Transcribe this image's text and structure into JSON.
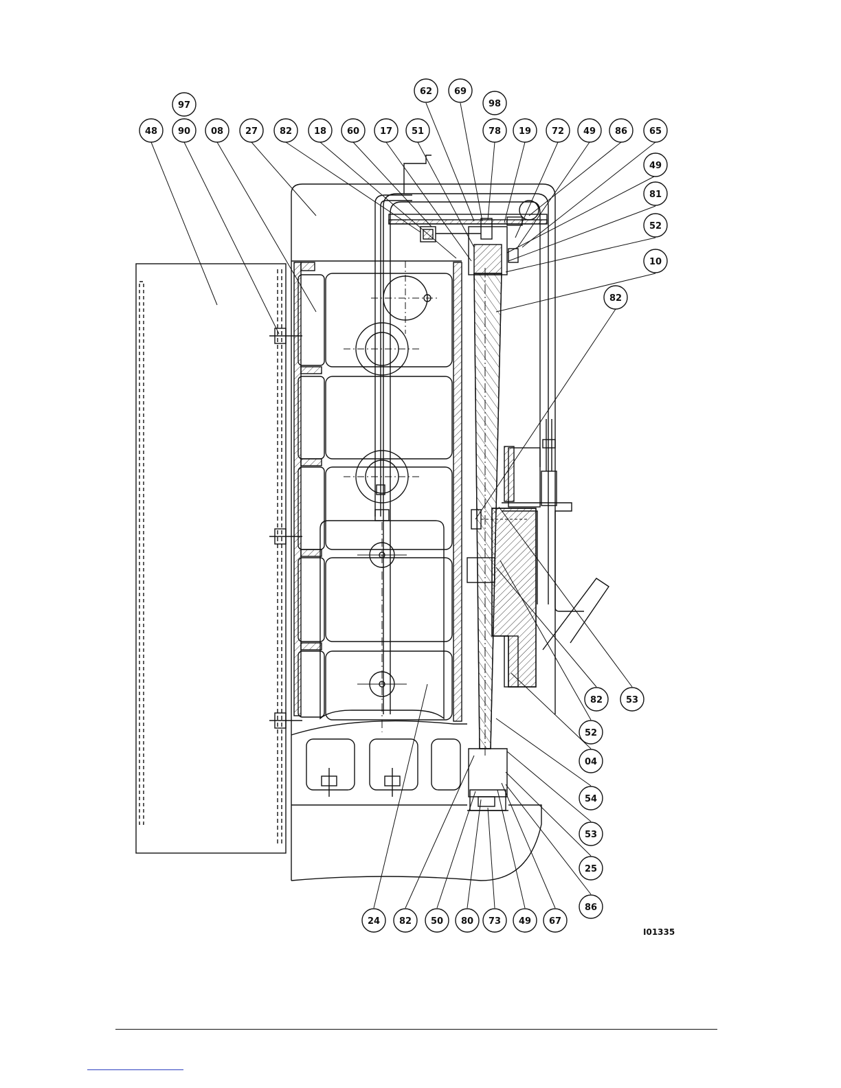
{
  "drawing": {
    "reference_code": "I01335",
    "callouts": [
      {
        "id": "c-48",
        "label": "48"
      },
      {
        "id": "c-97",
        "label": "97"
      },
      {
        "id": "c-90",
        "label": "90"
      },
      {
        "id": "c-08",
        "label": "08"
      },
      {
        "id": "c-27",
        "label": "27"
      },
      {
        "id": "c-82-top",
        "label": "82"
      },
      {
        "id": "c-18",
        "label": "18"
      },
      {
        "id": "c-60",
        "label": "60"
      },
      {
        "id": "c-17",
        "label": "17"
      },
      {
        "id": "c-51",
        "label": "51"
      },
      {
        "id": "c-62",
        "label": "62"
      },
      {
        "id": "c-69",
        "label": "69"
      },
      {
        "id": "c-98",
        "label": "98"
      },
      {
        "id": "c-78",
        "label": "78"
      },
      {
        "id": "c-19",
        "label": "19"
      },
      {
        "id": "c-72",
        "label": "72"
      },
      {
        "id": "c-49-top",
        "label": "49"
      },
      {
        "id": "c-86-top",
        "label": "86"
      },
      {
        "id": "c-65",
        "label": "65"
      },
      {
        "id": "c-49-right",
        "label": "49"
      },
      {
        "id": "c-81",
        "label": "81"
      },
      {
        "id": "c-52-top",
        "label": "52"
      },
      {
        "id": "c-10",
        "label": "10"
      },
      {
        "id": "c-82-right",
        "label": "82"
      },
      {
        "id": "c-82-mid",
        "label": "82"
      },
      {
        "id": "c-53-mid",
        "label": "53"
      },
      {
        "id": "c-52-mid",
        "label": "52"
      },
      {
        "id": "c-04",
        "label": "04"
      },
      {
        "id": "c-54",
        "label": "54"
      },
      {
        "id": "c-53-low",
        "label": "53"
      },
      {
        "id": "c-25",
        "label": "25"
      },
      {
        "id": "c-86-low",
        "label": "86"
      },
      {
        "id": "c-24",
        "label": "24"
      },
      {
        "id": "c-82-bottom",
        "label": "82"
      },
      {
        "id": "c-50",
        "label": "50"
      },
      {
        "id": "c-80",
        "label": "80"
      },
      {
        "id": "c-73",
        "label": "73"
      },
      {
        "id": "c-49-bottom",
        "label": "49"
      },
      {
        "id": "c-67",
        "label": "67"
      }
    ]
  }
}
